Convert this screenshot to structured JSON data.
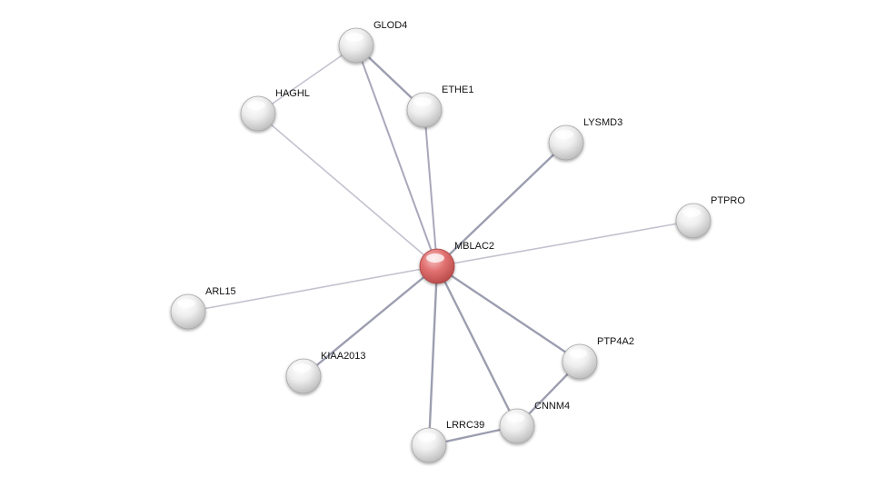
{
  "network": {
    "nodes": [
      {
        "id": "MBLAC2",
        "label": "MBLAC2",
        "type": "query",
        "color": "#e06a6a"
      },
      {
        "id": "GLOD4",
        "label": "GLOD4",
        "type": "neighbor",
        "color": "#d8d8d8"
      },
      {
        "id": "HAGHL",
        "label": "HAGHL",
        "type": "neighbor",
        "color": "#d8d8d8"
      },
      {
        "id": "ETHE1",
        "label": "ETHE1",
        "type": "neighbor",
        "color": "#d8d8d8"
      },
      {
        "id": "LYSMD3",
        "label": "LYSMD3",
        "type": "neighbor",
        "color": "#d8d8d8"
      },
      {
        "id": "PTPRO",
        "label": "PTPRO",
        "type": "neighbor",
        "color": "#d8d8d8"
      },
      {
        "id": "ARL15",
        "label": "ARL15",
        "type": "neighbor",
        "color": "#d8d8d8"
      },
      {
        "id": "KIAA2013",
        "label": "KIAA2013",
        "type": "neighbor",
        "color": "#d8d8d8"
      },
      {
        "id": "PTP4A2",
        "label": "PTP4A2",
        "type": "neighbor",
        "color": "#d8d8d8"
      },
      {
        "id": "CNNM4",
        "label": "CNNM4",
        "type": "neighbor",
        "color": "#d8d8d8"
      },
      {
        "id": "LRRC39",
        "label": "LRRC39",
        "type": "neighbor",
        "color": "#d8d8d8"
      }
    ],
    "edges": [
      {
        "source": "MBLAC2",
        "target": "GLOD4",
        "strength": "medium"
      },
      {
        "source": "MBLAC2",
        "target": "HAGHL",
        "strength": "weak"
      },
      {
        "source": "MBLAC2",
        "target": "ETHE1",
        "strength": "medium"
      },
      {
        "source": "MBLAC2",
        "target": "LYSMD3",
        "strength": "strong"
      },
      {
        "source": "MBLAC2",
        "target": "PTPRO",
        "strength": "weak"
      },
      {
        "source": "MBLAC2",
        "target": "ARL15",
        "strength": "weak"
      },
      {
        "source": "MBLAC2",
        "target": "KIAA2013",
        "strength": "strong"
      },
      {
        "source": "MBLAC2",
        "target": "PTP4A2",
        "strength": "strong"
      },
      {
        "source": "MBLAC2",
        "target": "CNNM4",
        "strength": "strong"
      },
      {
        "source": "MBLAC2",
        "target": "LRRC39",
        "strength": "strong"
      },
      {
        "source": "GLOD4",
        "target": "HAGHL",
        "strength": "weak"
      },
      {
        "source": "GLOD4",
        "target": "ETHE1",
        "strength": "strong"
      },
      {
        "source": "PTP4A2",
        "target": "CNNM4",
        "strength": "strong"
      },
      {
        "source": "CNNM4",
        "target": "LRRC39",
        "strength": "strong"
      }
    ],
    "edge_colors": {
      "weak": "#c4c2cf",
      "medium": "#a9a8bb",
      "strong": "#9c9eb0"
    }
  }
}
